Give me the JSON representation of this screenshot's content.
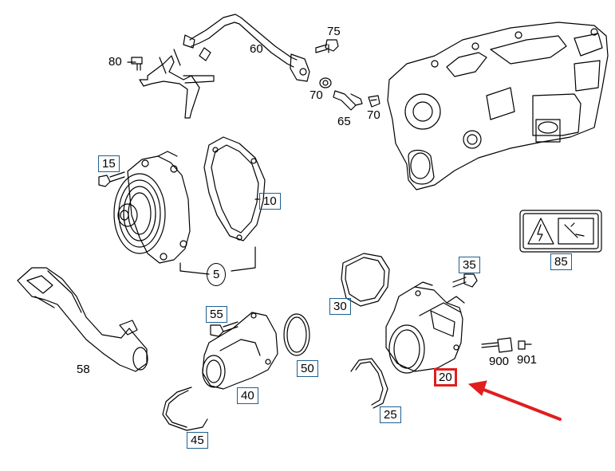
{
  "callouts": {
    "c80": "80",
    "c60": "60",
    "c75": "75",
    "c70a": "70",
    "c70b": "70",
    "c65": "65",
    "c15": "15",
    "c10": "10",
    "c5": "5",
    "c85": "85",
    "c35": "35",
    "c30": "30",
    "c58": "58",
    "c55": "55",
    "c50": "50",
    "c40": "40",
    "c45": "45",
    "c20": "20",
    "c25": "25",
    "c900": "900",
    "c901": "901"
  },
  "colors": {
    "line": "#000000",
    "callout_border": "#1f5f8f",
    "highlight": "#e01e1e",
    "arrow": "#e01e1e"
  },
  "highlighted_part": "20"
}
